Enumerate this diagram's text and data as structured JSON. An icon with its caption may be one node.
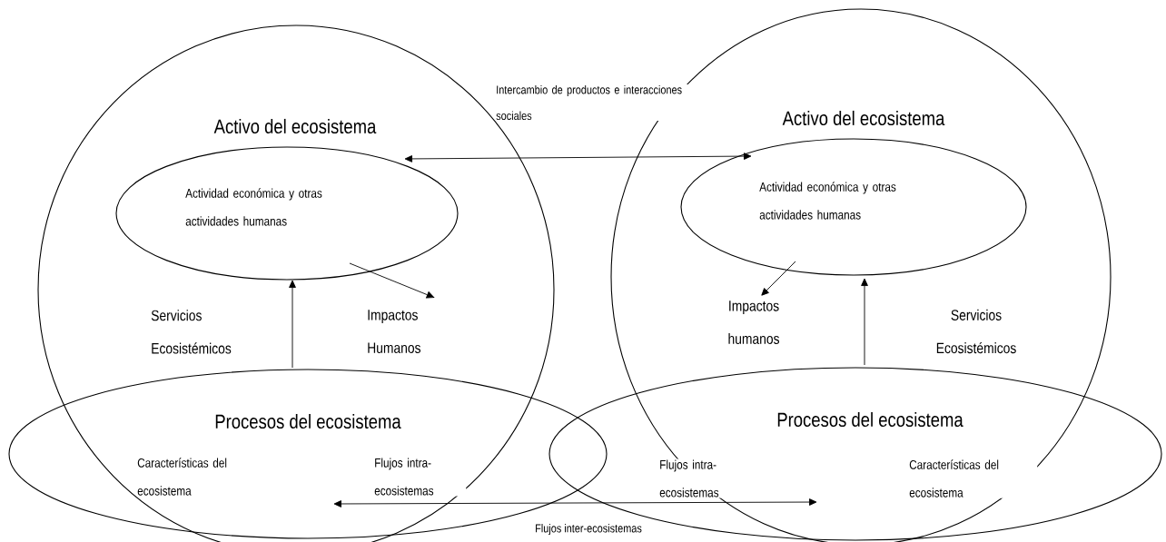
{
  "diagram": {
    "nodes": [
      {
        "text": [
          "Activo del ecosistema"
        ]
      },
      {
        "text": [
          "Actividad económica y otras actividades humanas"
        ],
        "in": 0
      },
      {
        "text": [
          "Impactos Humanos"
        ],
        "in": 0
      },
      {
        "text": [
          "Procesos del ecosistema",
          "Características del ecosistema",
          "Flujos intra-ecosistemas"
        ]
      },
      {
        "text": [
          "Activo del ecosistema"
        ]
      },
      {
        "text": [
          "Actividad económica y otras actividades humanas"
        ],
        "in": 4
      },
      {
        "text": [
          "Impactos humanos"
        ],
        "in": 4
      },
      {
        "text": [
          "Procesos del ecosistema",
          "Flujos intra-ecosistemas",
          "Características del ecosistema"
        ]
      }
    ],
    "edges": [
      {
        "from": 1,
        "to": 5,
        "arrow": "both",
        "label": "Intercambio de productos e interacciones sociales"
      },
      {
        "from": 3,
        "to": 1,
        "arrow": "to",
        "label": "Servicios Ecosistémicos"
      },
      {
        "from": 1,
        "to": 2,
        "arrow": "to"
      },
      {
        "from": 7,
        "to": 5,
        "arrow": "to",
        "label": "Servicios Ecosistémicos"
      },
      {
        "from": 5,
        "to": 6,
        "arrow": "to"
      },
      {
        "from": 3,
        "to": 7,
        "arrow": "both",
        "label": "Flujos inter-ecosistemas"
      }
    ]
  }
}
